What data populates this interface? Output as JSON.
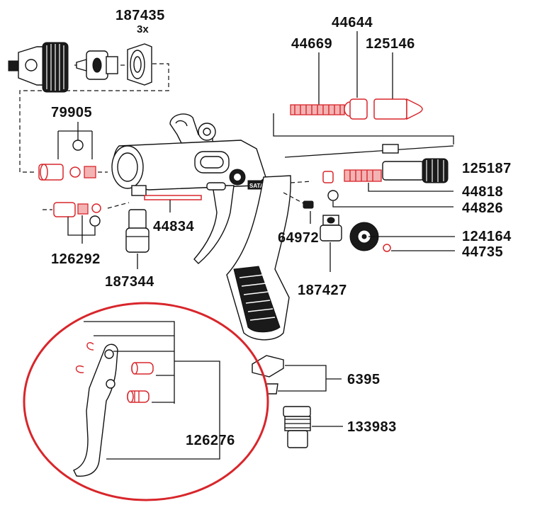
{
  "labels": {
    "p187435": "187435",
    "qty_3x": "3x",
    "p44644": "44644",
    "p44669": "44669",
    "p125146": "125146",
    "p79905": "79905",
    "p125187": "125187",
    "p44818": "44818",
    "p44826": "44826",
    "p44834": "44834",
    "p64972": "64972",
    "p124164": "124164",
    "p44735": "44735",
    "p126292": "126292",
    "p187344": "187344",
    "p187427": "187427",
    "p6395": "6395",
    "p133983": "133983",
    "p126276": "126276",
    "brand_mark": "SATA"
  },
  "colors": {
    "highlight": "#d8262b",
    "line": "#111111",
    "background": "#ffffff"
  }
}
